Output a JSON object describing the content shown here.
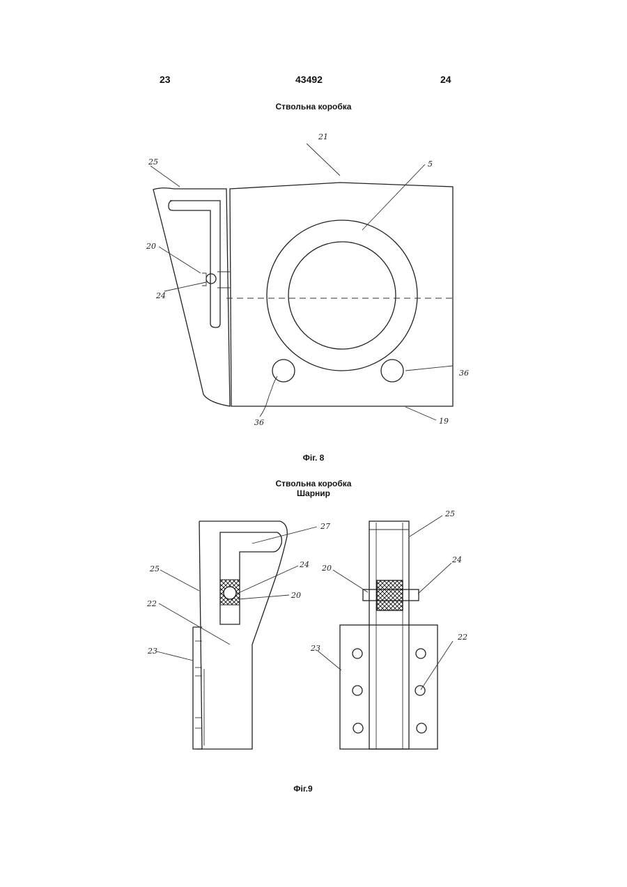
{
  "header": {
    "left_page": "23",
    "patent_number": "43492",
    "right_page": "24"
  },
  "figure8": {
    "caption": "Ствольна коробка",
    "label": "Фіг. 8",
    "callouts": {
      "c21": "21",
      "c25": "25",
      "c5": "5",
      "c20": "20",
      "c24": "24",
      "c36a": "36",
      "c36b": "36",
      "c19": "19"
    }
  },
  "figure9": {
    "caption_line1": "Ствольна коробка",
    "caption_line2": "Шарнир",
    "label": "Фіг.9",
    "callouts": {
      "c27": "27",
      "c25a": "25",
      "c24a": "24",
      "c20a": "20",
      "c22a": "22",
      "c23a": "23",
      "c20b": "20",
      "c25b": "25",
      "c24b": "24",
      "c23b": "23",
      "c22b": "22"
    }
  }
}
